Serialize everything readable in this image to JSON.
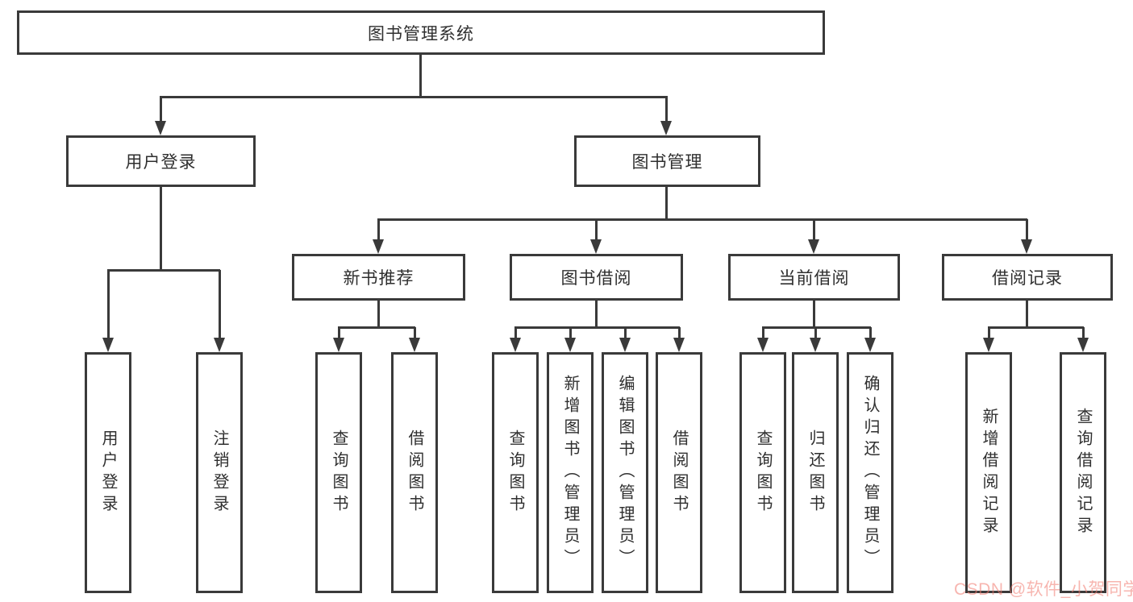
{
  "tree": {
    "root": {
      "label": "图书管理系统",
      "children": [
        {
          "label": "用户登录",
          "children": [
            {
              "label": "用户登录"
            },
            {
              "label": "注销登录"
            }
          ]
        },
        {
          "label": "图书管理",
          "children": [
            {
              "label": "新书推荐",
              "children": [
                {
                  "label": "查询图书"
                },
                {
                  "label": "借阅图书"
                }
              ]
            },
            {
              "label": "图书借阅",
              "children": [
                {
                  "label": "查询图书"
                },
                {
                  "label": "新增图书（管理员）"
                },
                {
                  "label": "编辑图书（管理员）"
                },
                {
                  "label": "借阅图书"
                }
              ]
            },
            {
              "label": "当前借阅",
              "children": [
                {
                  "label": "查询图书"
                },
                {
                  "label": "归还图书"
                },
                {
                  "label": "确认归还（管理员）"
                }
              ]
            },
            {
              "label": "借阅记录",
              "children": [
                {
                  "label": "新增借阅记录"
                },
                {
                  "label": "查询借阅记录"
                }
              ]
            }
          ]
        }
      ]
    }
  },
  "watermark": {
    "text": "CSDN @软件_小贺同学"
  },
  "colors": {
    "line": "#3a3a3a",
    "box_background": "#ffffff",
    "watermark": "#f0786e"
  }
}
